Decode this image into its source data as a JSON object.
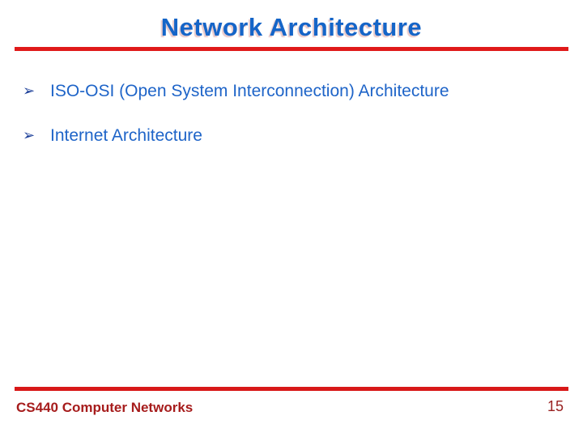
{
  "slide": {
    "title": "Network Architecture",
    "bullets": [
      {
        "marker": "➢",
        "text": "ISO-OSI (Open System Interconnection) Architecture"
      },
      {
        "marker": "➢",
        "text": "Internet Architecture"
      }
    ],
    "footer": "CS440 Computer Networks",
    "page_number": "15",
    "colors": {
      "title_blue": "#1565c8",
      "title_shadow_pink": "#e9caca",
      "body_blue": "#1e64c8",
      "bullet_navy": "#1c3f99",
      "rule_red_top": "#e01a1a",
      "rule_red_bottom": "#d81818",
      "footer_red": "#a61c1c",
      "page_number_maroon": "#992222",
      "background": "#ffffff"
    }
  }
}
